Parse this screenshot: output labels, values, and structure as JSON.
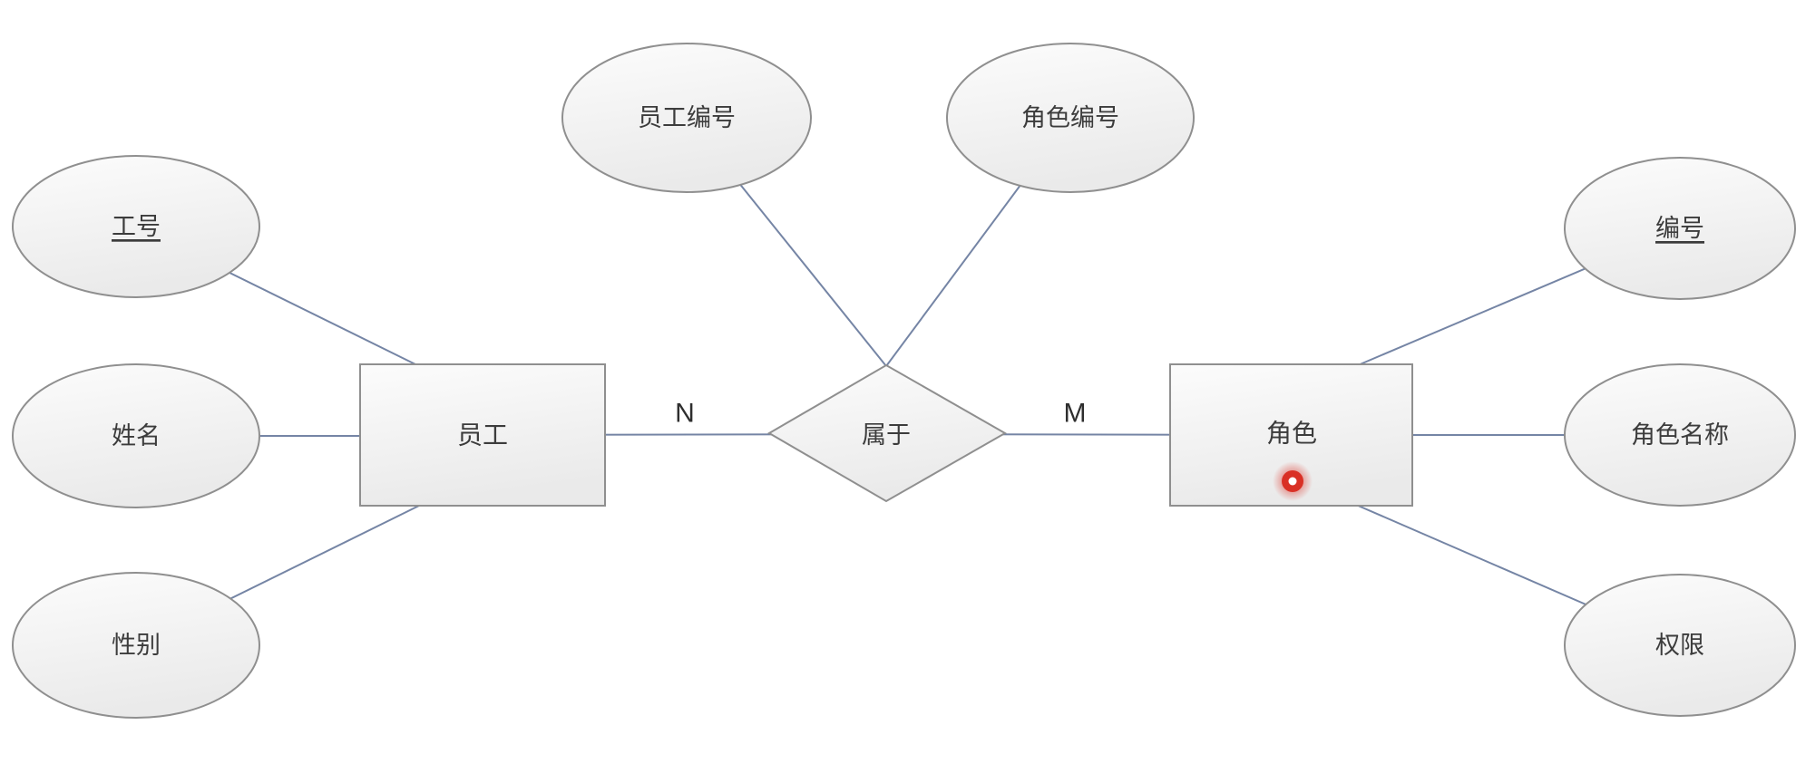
{
  "diagram_type": "er-diagram",
  "nodes": {
    "employee_entity": {
      "label": "员工",
      "type": "entity"
    },
    "role_entity": {
      "label": "角色",
      "type": "entity"
    },
    "belongs_to_relationship": {
      "label": "属于",
      "type": "relationship"
    },
    "employee_id_attr": {
      "label": "工号",
      "primary_key": true
    },
    "name_attr": {
      "label": "姓名",
      "primary_key": false
    },
    "gender_attr": {
      "label": "性别",
      "primary_key": false
    },
    "employee_number_attr": {
      "label": "员工编号",
      "primary_key": false
    },
    "role_number_attr": {
      "label": "角色编号",
      "primary_key": false
    },
    "role_id_attr": {
      "label": "编号",
      "primary_key": true
    },
    "role_name_attr": {
      "label": "角色名称",
      "primary_key": false
    },
    "permission_attr": {
      "label": "权限",
      "primary_key": false
    }
  },
  "cardinality": {
    "left": "N",
    "right": "M"
  },
  "colors": {
    "connector": "#7585a5",
    "shape_border": "#8f8f8f",
    "shape_fill_top": "#fcfcfc",
    "shape_fill_bottom": "#eaeaea",
    "text": "#3c3c3c",
    "marker_red": "#d93025",
    "background": "#ffffff"
  }
}
